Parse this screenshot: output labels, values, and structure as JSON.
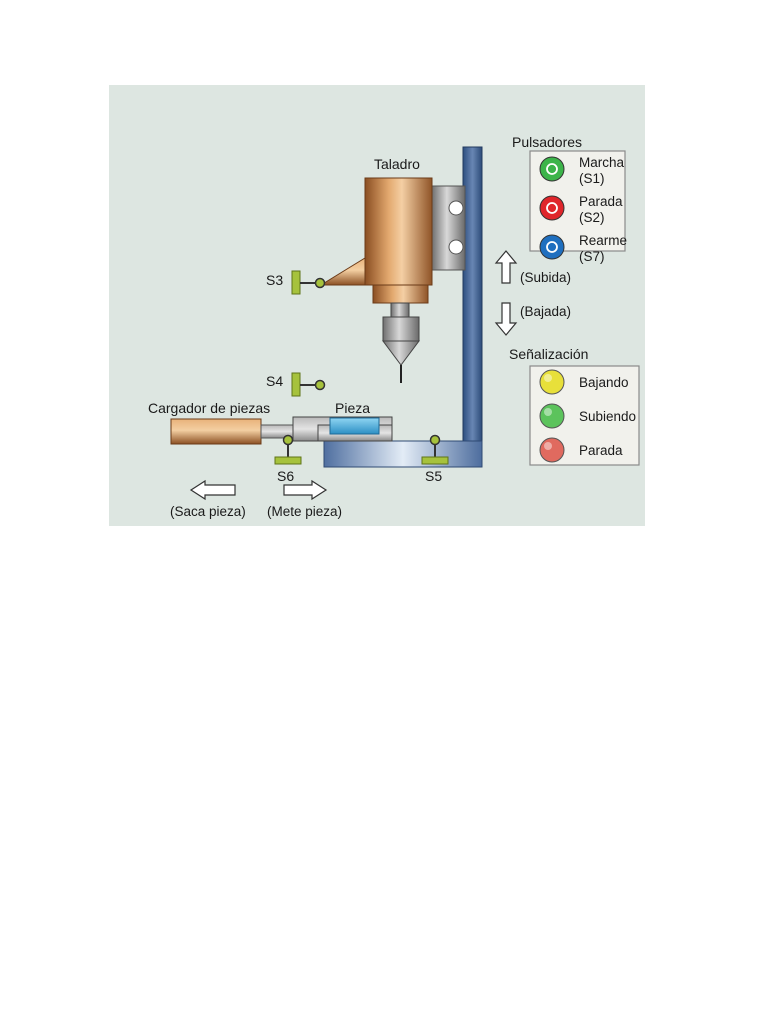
{
  "labels": {
    "drill": "Taladro",
    "loader": "Cargador de piezas",
    "piece": "Pieza",
    "s3": "S3",
    "s4": "S4",
    "s5": "S5",
    "s6": "S6",
    "up": "(Subida)",
    "down": "(Bajada)",
    "take_out": "(Saca pieza)",
    "put_in": "(Mete pieza)"
  },
  "pushbuttons": {
    "title": "Pulsadores",
    "items": [
      {
        "line1": "Marcha",
        "line2": "(S1)",
        "color": "#3cb44a"
      },
      {
        "line1": "Parada",
        "line2": "(S2)",
        "color": "#e0262b"
      },
      {
        "line1": "Rearme",
        "line2": "(S7)",
        "color": "#1f6fbf"
      }
    ]
  },
  "signals": {
    "title": "Señalización",
    "items": [
      {
        "label": "Bajando",
        "color": "#e8e03a"
      },
      {
        "label": "Subiendo",
        "color": "#5cc35c"
      },
      {
        "label": "Parada",
        "color": "#e06a5f"
      }
    ]
  },
  "colors": {
    "background": "#dde6e1",
    "copper": "#c6834a",
    "column": "#46689a",
    "sensor": "#a6c23c",
    "piece": "#52b4e0"
  }
}
